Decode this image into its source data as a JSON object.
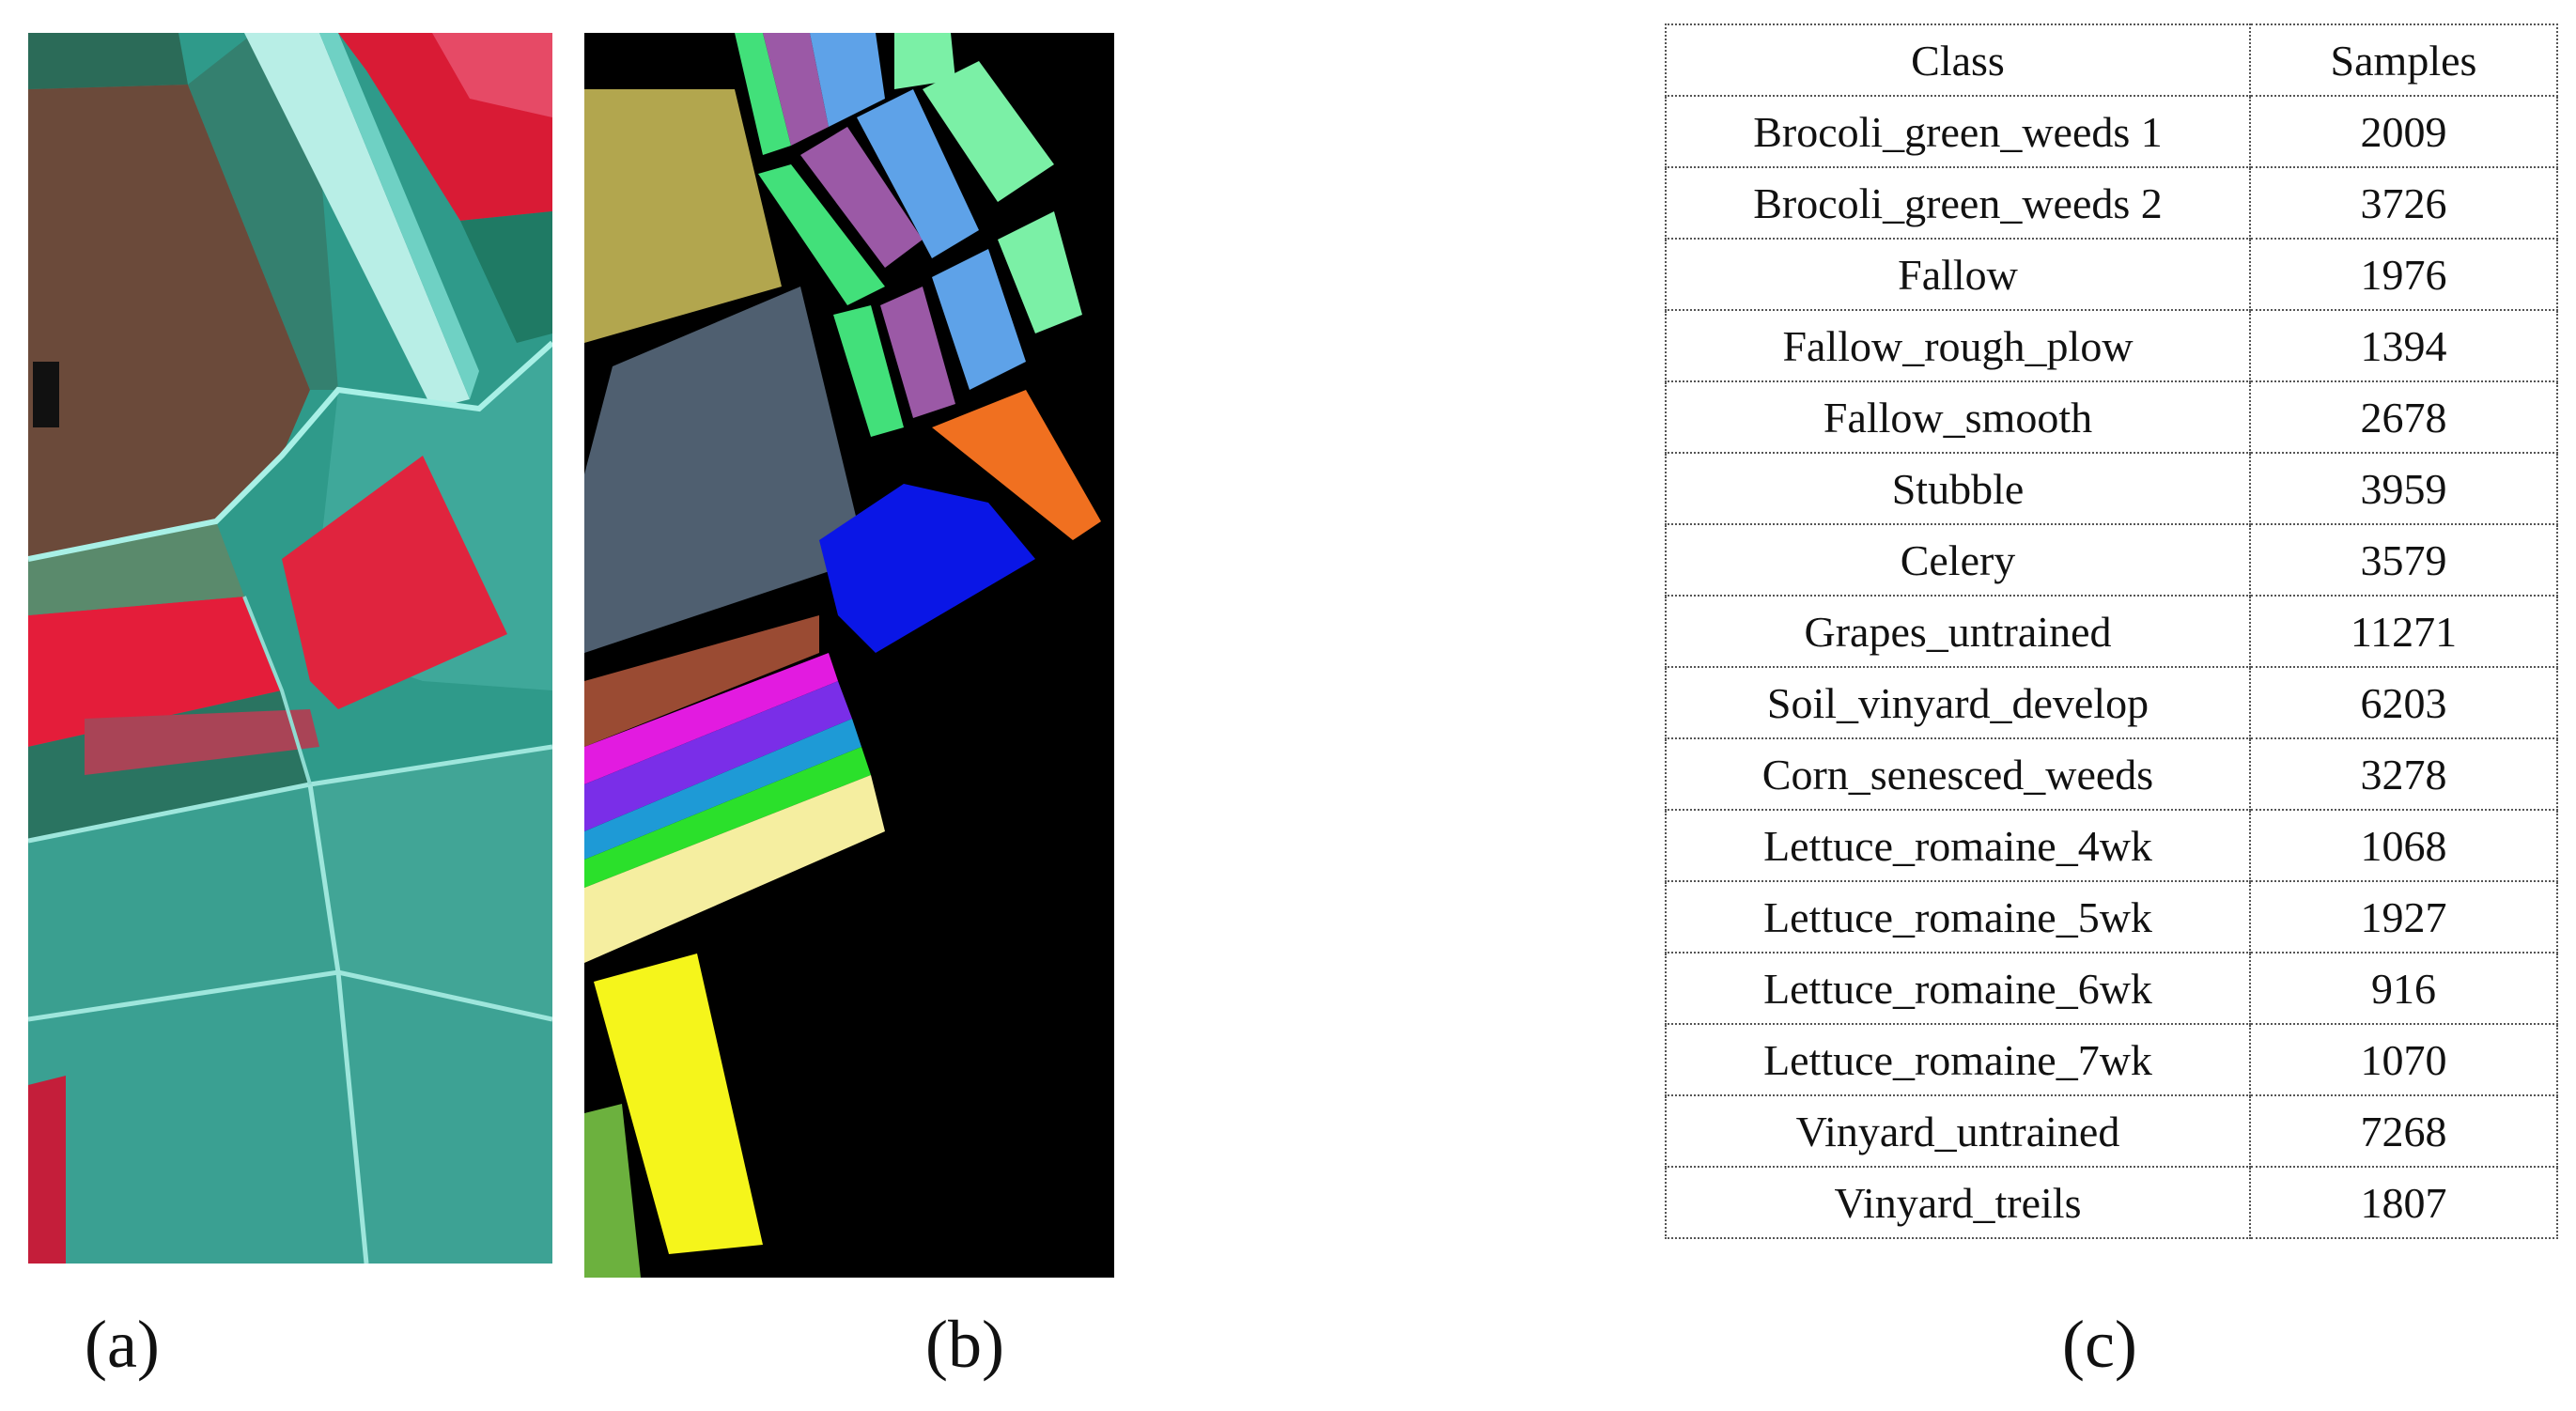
{
  "figure": {
    "captions": {
      "a": "(a)",
      "b": "(b)",
      "c": "(c)"
    },
    "table": {
      "headers": {
        "class": "Class",
        "samples": "Samples"
      },
      "rows": [
        {
          "class": "Brocoli_green_weeds 1",
          "samples": "2009"
        },
        {
          "class": "Brocoli_green_weeds 2",
          "samples": "3726"
        },
        {
          "class": "Fallow",
          "samples": "1976"
        },
        {
          "class": "Fallow_rough_plow",
          "samples": "1394"
        },
        {
          "class": "Fallow_smooth",
          "samples": "2678"
        },
        {
          "class": "Stubble",
          "samples": "3959"
        },
        {
          "class": "Celery",
          "samples": "3579"
        },
        {
          "class": "Grapes_untrained",
          "samples": "11271"
        },
        {
          "class": "Soil_vinyard_develop",
          "samples": "6203"
        },
        {
          "class": "Corn_senesced_weeds",
          "samples": "3278"
        },
        {
          "class": "Lettuce_romaine_4wk",
          "samples": "1068"
        },
        {
          "class": "Lettuce_romaine_5wk",
          "samples": "1927"
        },
        {
          "class": "Lettuce_romaine_6wk",
          "samples": "916"
        },
        {
          "class": "Lettuce_romaine_7wk",
          "samples": "1070"
        },
        {
          "class": "Vinyard_untrained",
          "samples": "7268"
        },
        {
          "class": "Vinyard_treils",
          "samples": "1807"
        }
      ]
    },
    "colors": {
      "false_color_base": "#2f9a8a",
      "false_color_red": "#e8243c",
      "false_color_brown": "#6b4a3a",
      "ground_truth_background": "#000000"
    }
  }
}
